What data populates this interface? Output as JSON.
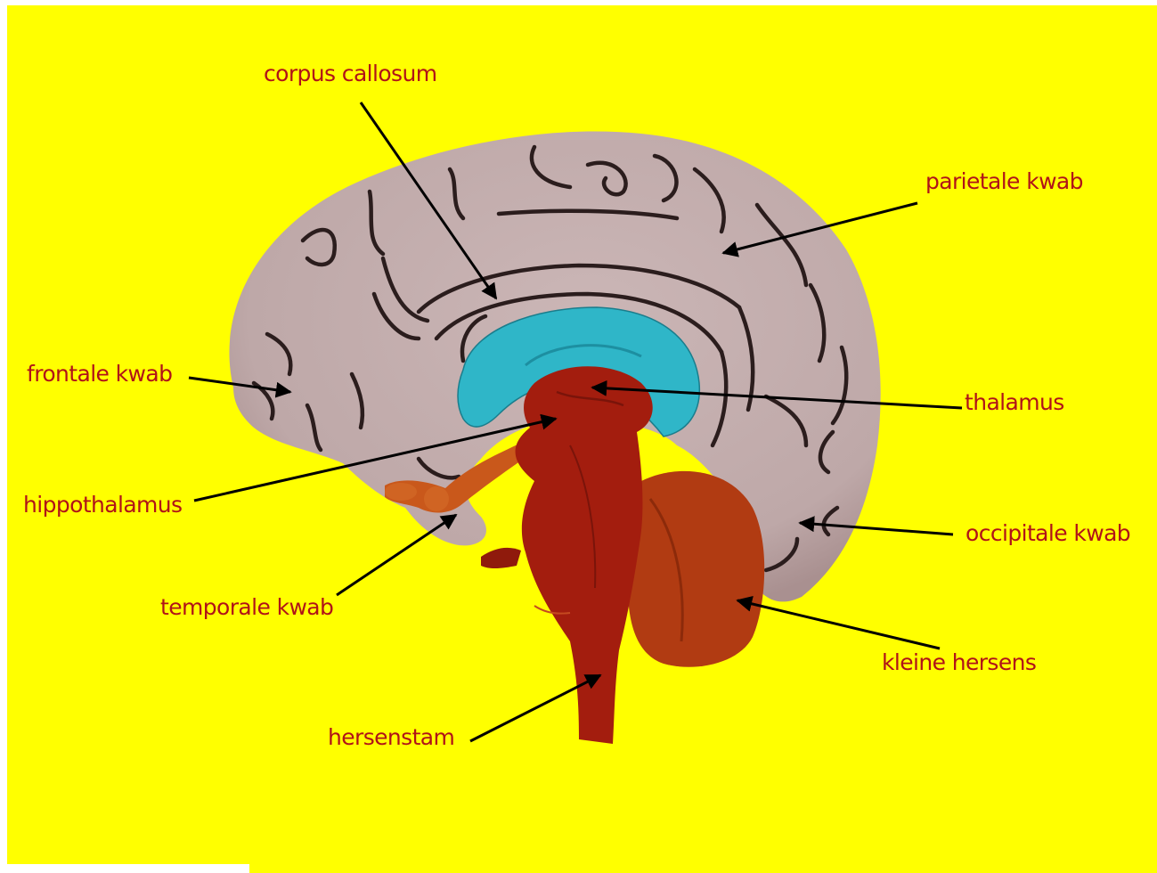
{
  "diagram": {
    "background_color": "#ffff00",
    "label_color": "#b01318",
    "labels": {
      "corpus_callosum": "corpus callosum",
      "parietale_kwab": "parietale kwab",
      "frontale_kwab": "frontale kwab",
      "thalamus": "thalamus",
      "hippothalamus": "hippothalamus",
      "occipitale_kwab": "occipitale kwab",
      "temporale_kwab": "temporale kwab",
      "kleine_hersens": "kleine hersens",
      "hersenstam": "hersenstam"
    },
    "structure_colors": {
      "cerebrum": "#c4aeae",
      "sulci": "#2a1c1c",
      "ventricle": "#2fb6c8",
      "thalamus_stem": "#a01f10",
      "cerebellum": "#b03a10",
      "hypothalamus_tract": "#c8561a"
    }
  }
}
